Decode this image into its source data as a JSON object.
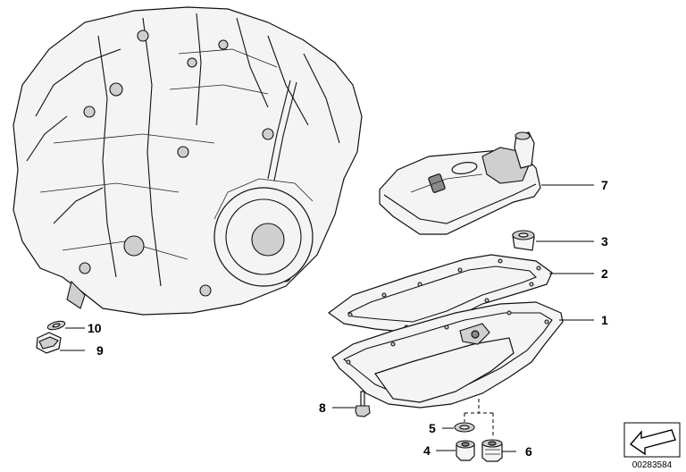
{
  "diagram": {
    "callouts": [
      {
        "id": "c1",
        "label": "1"
      },
      {
        "id": "c2",
        "label": "2"
      },
      {
        "id": "c3",
        "label": "3"
      },
      {
        "id": "c4",
        "label": "4"
      },
      {
        "id": "c5",
        "label": "5"
      },
      {
        "id": "c6",
        "label": "6"
      },
      {
        "id": "c7",
        "label": "7"
      },
      {
        "id": "c8",
        "label": "8"
      },
      {
        "id": "c9",
        "label": "9"
      },
      {
        "id": "c10",
        "label": "10"
      }
    ],
    "catalog_number": "00283584"
  }
}
